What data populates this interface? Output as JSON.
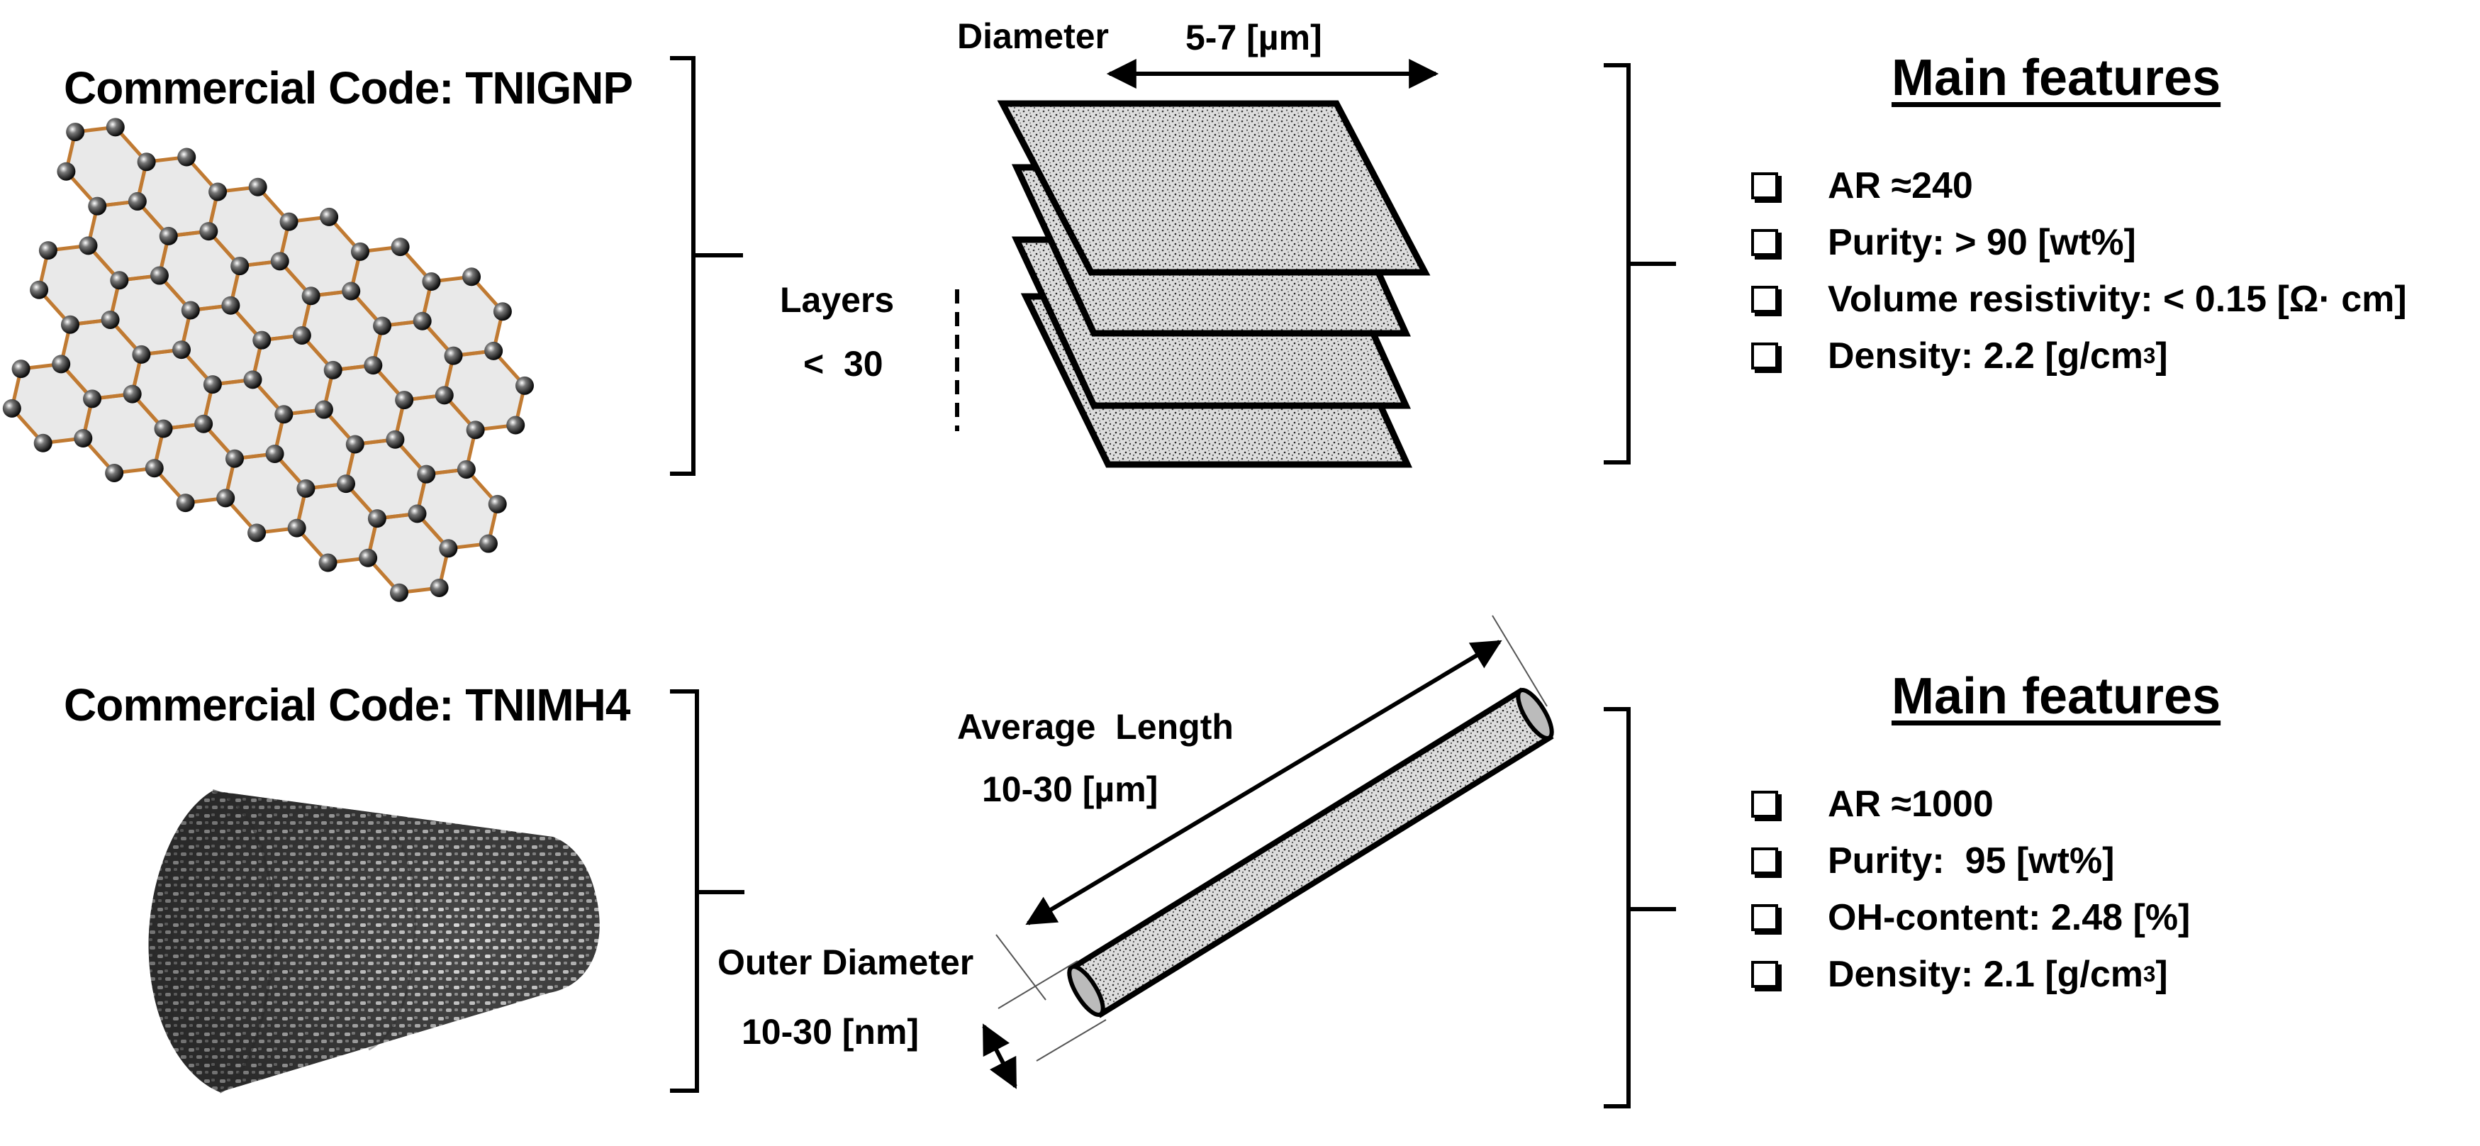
{
  "graphene": {
    "code_label": "Commercial Code: TNIGNP",
    "diameter_label": "Diameter",
    "diameter_value": "5-7 [µm]",
    "layers_label": "Layers",
    "layers_value": "<  30",
    "features_heading": "Main features",
    "features": [
      {
        "text": "AR ≈240",
        "sup": "",
        "tail": ""
      },
      {
        "text": "Purity: > 90 [wt%]",
        "sup": "",
        "tail": ""
      },
      {
        "text": "Volume resistivity: < 0.15 [Ω· cm]",
        "sup": "",
        "tail": ""
      },
      {
        "text": "Density: 2.2 [g/cm",
        "sup": "3",
        "tail": "]"
      }
    ]
  },
  "nanotube": {
    "code_label": "Commercial Code: TNIMH4",
    "length_label": "Average  Length",
    "length_value": "10-30 [µm]",
    "outer_label": "Outer Diameter",
    "outer_value": "10-30 [nm]",
    "features_heading": "Main features",
    "features": [
      {
        "text": "AR ≈1000",
        "sup": "",
        "tail": ""
      },
      {
        "text": "Purity:  95 [wt%]",
        "sup": "",
        "tail": ""
      },
      {
        "text": "OH-content: 2.48 [%]",
        "sup": "",
        "tail": ""
      },
      {
        "text": "Density: 2.1 [g/cm",
        "sup": "3",
        "tail": "]"
      }
    ]
  }
}
